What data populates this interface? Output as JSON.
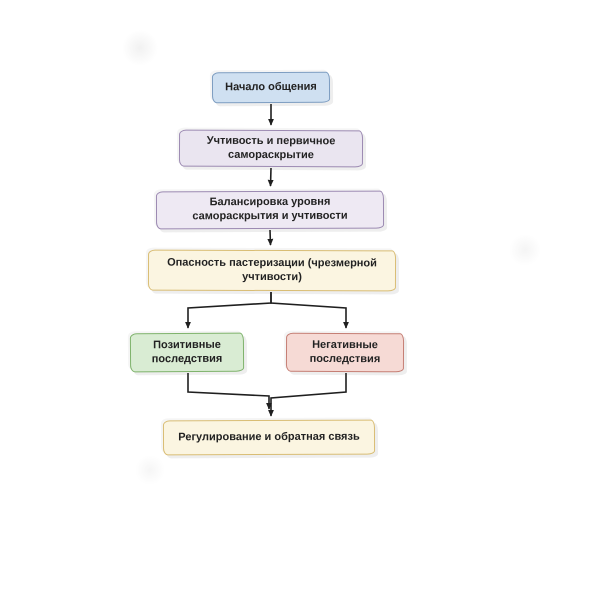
{
  "diagram": {
    "type": "flowchart",
    "style": "hand-drawn-sketch",
    "arrow_color": "#1f1f1f",
    "nodes": [
      {
        "id": "start",
        "label": "Начало общения",
        "fill": "#cfe0f1",
        "border": "#7d9dc1"
      },
      {
        "id": "politeness",
        "label": "Учтивость и первичное самораскрытие",
        "fill": "#eae5f0",
        "border": "#9c8ab2"
      },
      {
        "id": "balance",
        "label": "Балансировка уровня самораскрытия и учтивости",
        "fill": "#eee9f3",
        "border": "#9c8ab2"
      },
      {
        "id": "danger",
        "label": "Опасность пастеризации (чрезмерной учтивости)",
        "fill": "#fbf5e1",
        "border": "#d9bd74"
      },
      {
        "id": "positive",
        "label": "Позитивные последствия",
        "fill": "#d9ecd3",
        "border": "#7fb36c"
      },
      {
        "id": "negative",
        "label": "Негативные последствия",
        "fill": "#f6dad5",
        "border": "#c57e74"
      },
      {
        "id": "regulation",
        "label": "Регулирование и обратная связь",
        "fill": "#fbf5e1",
        "border": "#d9bd74"
      }
    ],
    "edges": [
      {
        "from": "start",
        "to": "politeness"
      },
      {
        "from": "politeness",
        "to": "balance"
      },
      {
        "from": "balance",
        "to": "danger"
      },
      {
        "from": "danger",
        "to": "positive"
      },
      {
        "from": "danger",
        "to": "negative"
      },
      {
        "from": "positive",
        "to": "regulation"
      },
      {
        "from": "negative",
        "to": "regulation"
      }
    ]
  }
}
